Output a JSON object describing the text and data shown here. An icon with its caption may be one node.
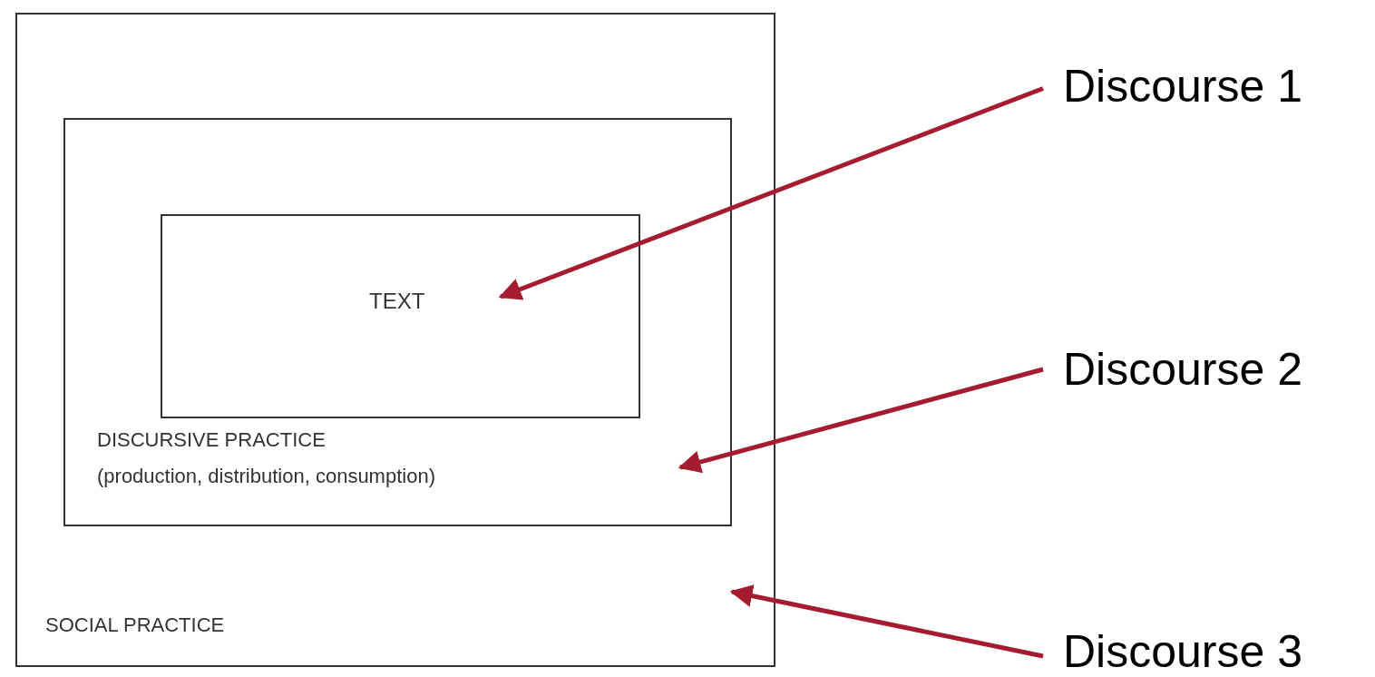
{
  "diagram": {
    "nodes": [
      {
        "text": [
          "SOCIAL PRACTICE"
        ]
      },
      {
        "text": [
          "DISCURSIVE PRACTICE",
          "(production, distribution, consumption)"
        ],
        "in": 0
      },
      {
        "text": [
          "TEXT"
        ],
        "in": 1
      },
      {
        "text": [
          "Discourse 1"
        ]
      },
      {
        "text": [
          "Discourse 2"
        ]
      },
      {
        "text": [
          "Discourse 3"
        ]
      }
    ],
    "edges": [
      {
        "from": 3,
        "to": 2,
        "arrow": "to"
      },
      {
        "from": 4,
        "to": 1,
        "arrow": "to"
      },
      {
        "from": 5,
        "to": 0,
        "arrow": "to"
      }
    ]
  }
}
